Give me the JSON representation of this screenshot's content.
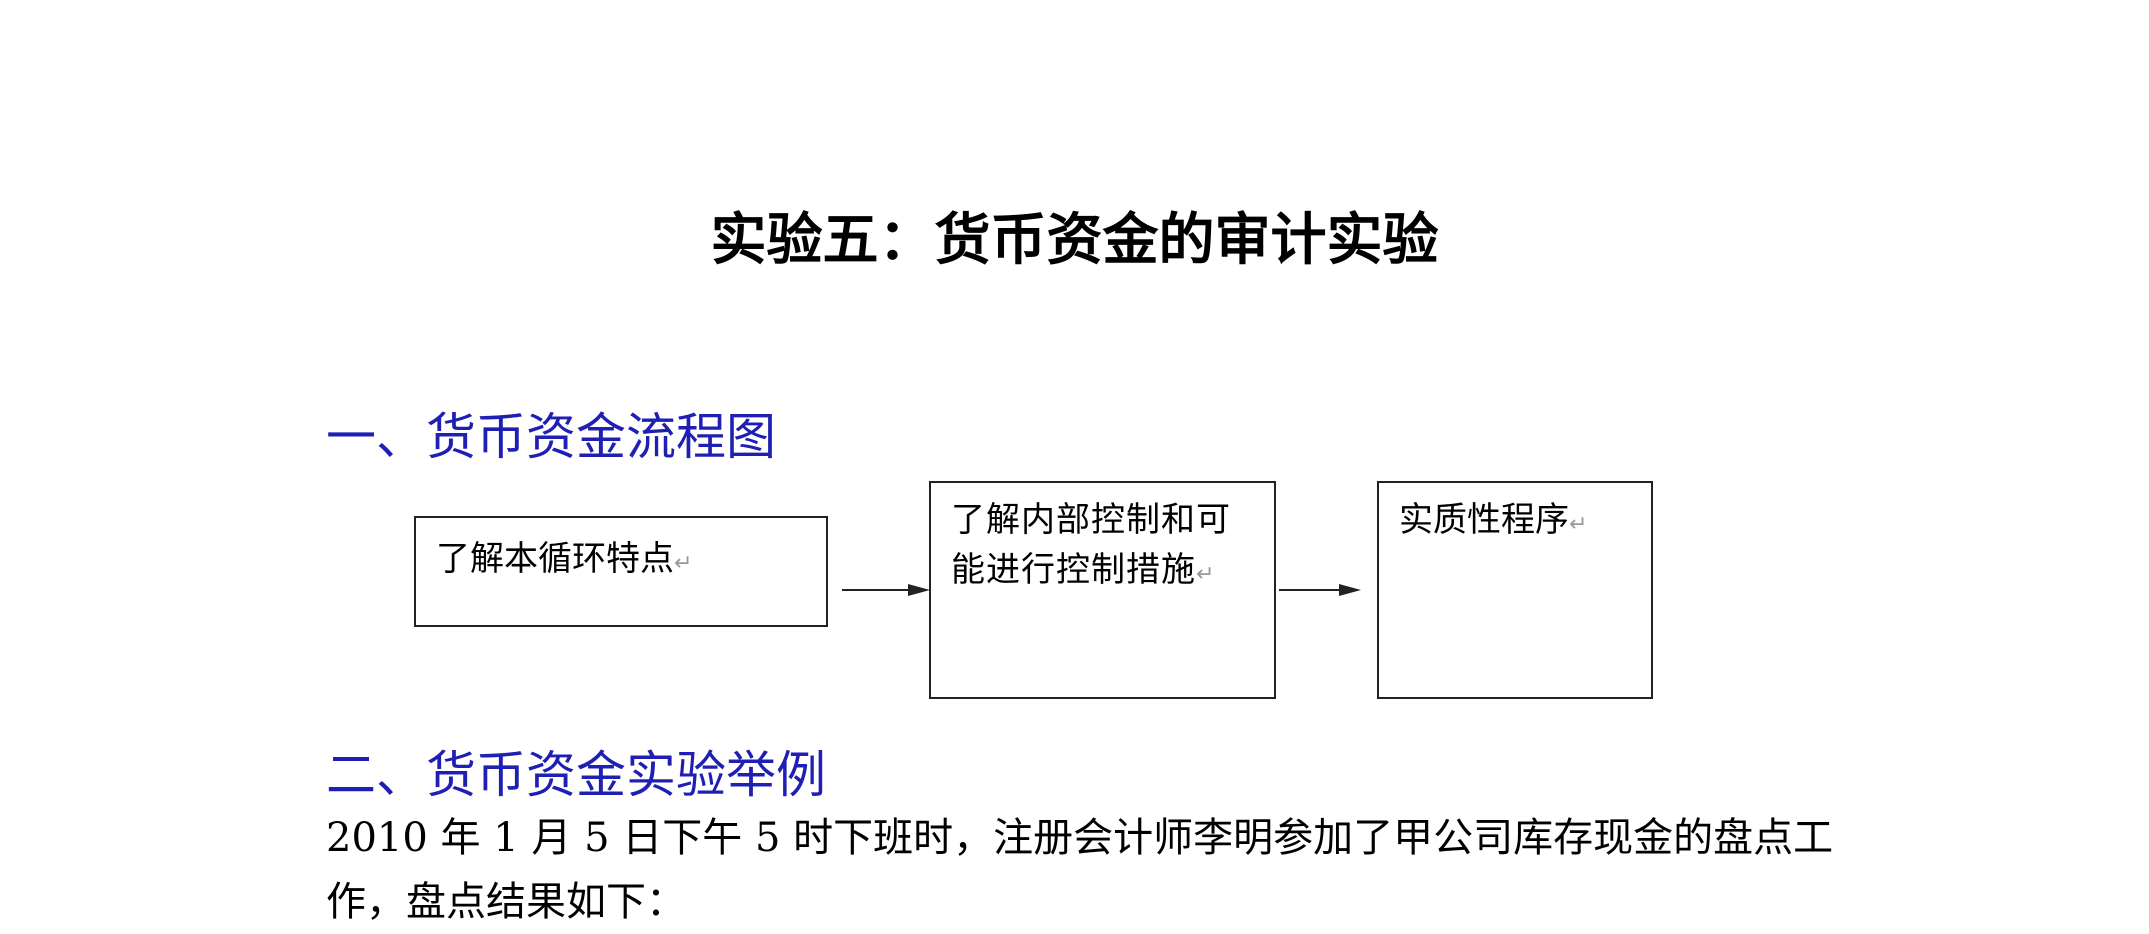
{
  "title": "实验五：货币资金的审计实验",
  "section1": {
    "heading": "一、货币资金流程图",
    "steps": [
      {
        "text": "了解本循环特点"
      },
      {
        "text": "了解内部控制和可能进行控制措施"
      },
      {
        "text": "实质性程序"
      }
    ],
    "return_mark": "↵",
    "line_color": "#222222",
    "heading_color": "#1f1fb4"
  },
  "section2": {
    "heading": "二、货币资金实验举例",
    "paragraph": "2010 年 1 月 5 日下午 5 时下班时，注册会计师李明参加了甲公司库存现金的盘点工作，盘点结果如下："
  }
}
